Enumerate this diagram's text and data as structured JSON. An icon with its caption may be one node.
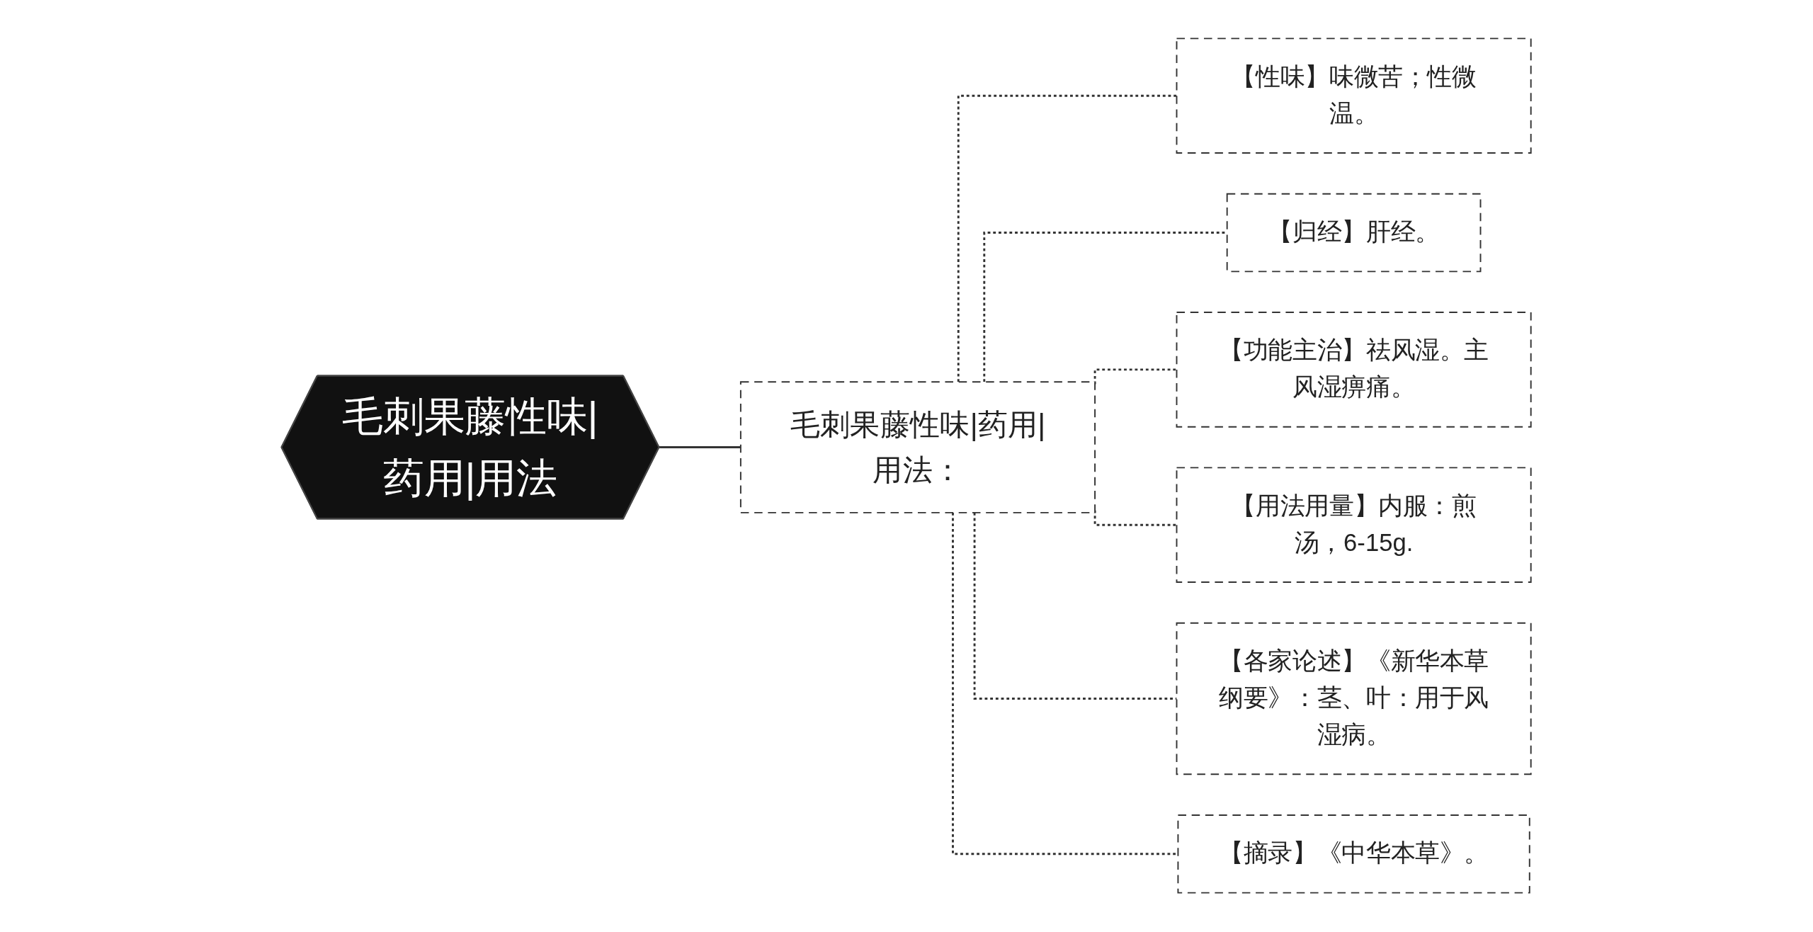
{
  "diagram": {
    "nodes": [
      {
        "text": [
          "毛刺果藤性味|药用|用法"
        ]
      },
      {
        "text": [
          "毛刺果藤性味|药用|用法："
        ]
      },
      {
        "text": [
          "【性味】味微苦；性微温。"
        ]
      },
      {
        "text": [
          "【归经】肝经。"
        ]
      },
      {
        "text": [
          "【功能主治】祛风湿。主风湿痹痛。"
        ]
      },
      {
        "text": [
          "【用法用量】内服：煎汤，6-15g."
        ]
      },
      {
        "text": [
          "【各家论述】《新华本草纲要》：茎、叶：用于风湿病。"
        ]
      },
      {
        "text": [
          "【摘录】《中华本草》。"
        ]
      }
    ],
    "edges": [
      {
        "from": 0,
        "to": 1,
        "arrow": "none"
      },
      {
        "from": 1,
        "to": 2,
        "arrow": "none",
        "style": "dashed"
      },
      {
        "from": 1,
        "to": 3,
        "arrow": "none",
        "style": "dashed"
      },
      {
        "from": 1,
        "to": 4,
        "arrow": "none",
        "style": "dashed"
      },
      {
        "from": 1,
        "to": 5,
        "arrow": "none",
        "style": "dashed"
      },
      {
        "from": 1,
        "to": 6,
        "arrow": "none",
        "style": "dashed"
      },
      {
        "from": 1,
        "to": 7,
        "arrow": "none",
        "style": "dashed"
      }
    ]
  }
}
